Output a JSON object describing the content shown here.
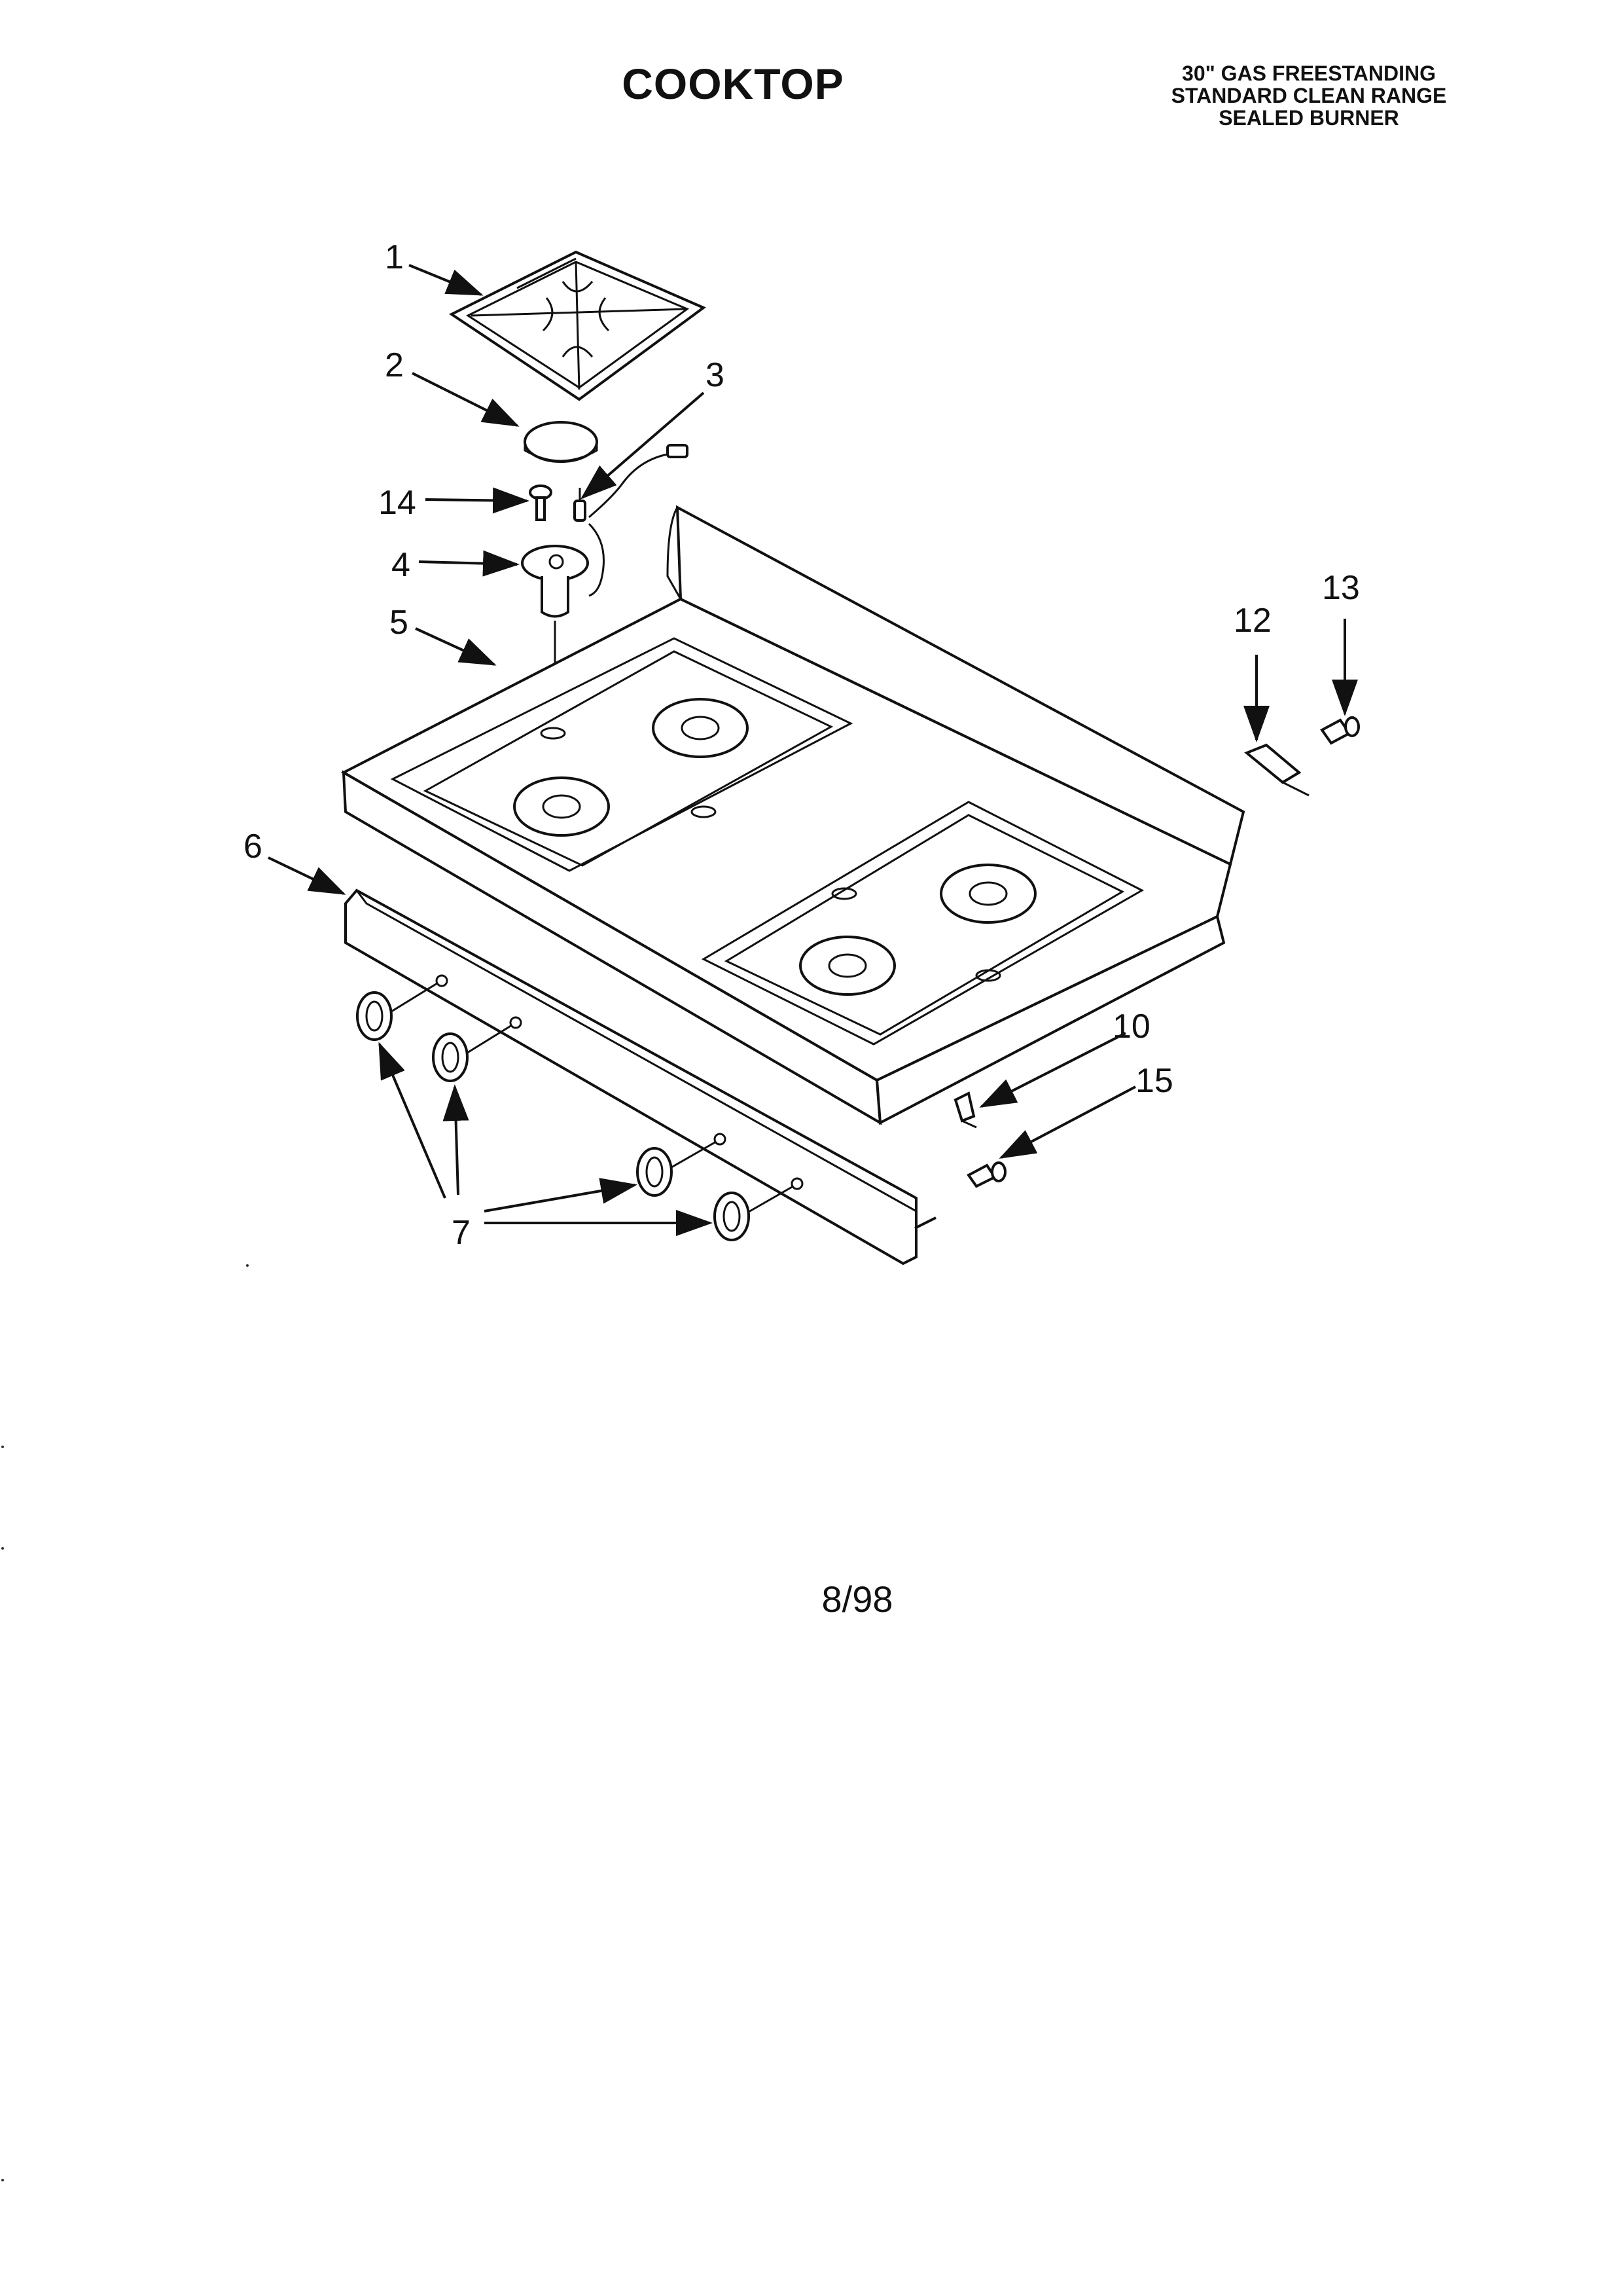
{
  "header": {
    "title": "COOKTOP",
    "subtitle_lines": [
      "30\" GAS FREESTANDING",
      "STANDARD CLEAN RANGE",
      "SEALED BURNER"
    ]
  },
  "callouts": {
    "c1": "1",
    "c2": "2",
    "c3": "3",
    "c4": "4",
    "c5": "5",
    "c6": "6",
    "c7": "7",
    "c10": "10",
    "c12": "12",
    "c13": "13",
    "c14": "14",
    "c15": "15"
  },
  "footer": {
    "date": "8/98"
  }
}
